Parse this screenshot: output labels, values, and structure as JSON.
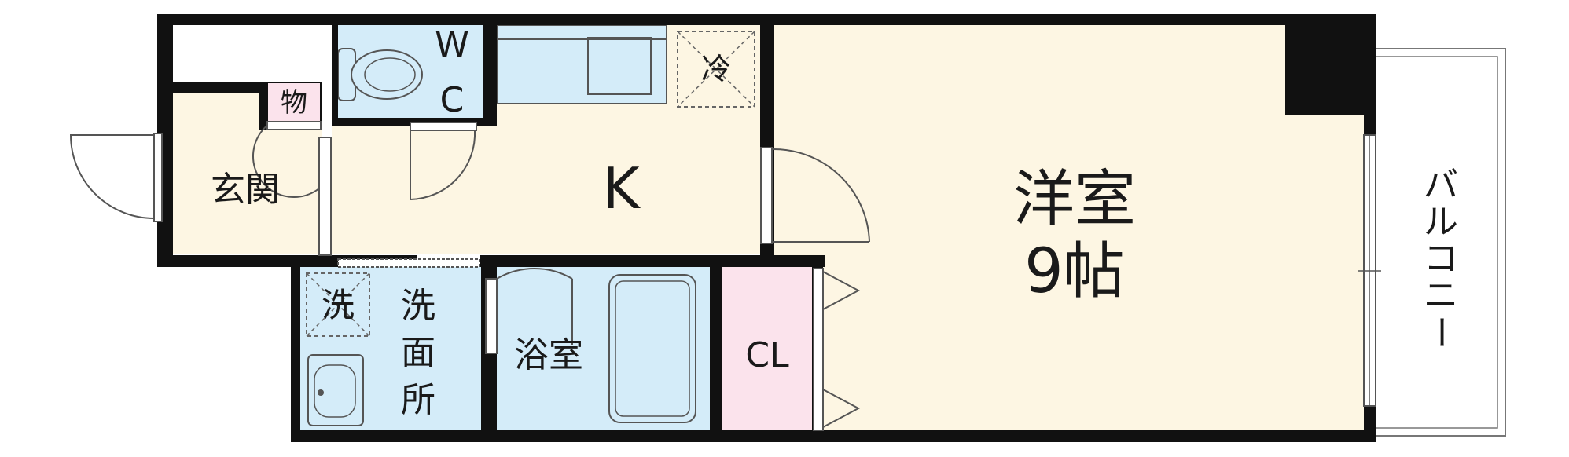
{
  "rooms": {
    "genkan": "玄関",
    "mono": "物",
    "wc_w": "W",
    "wc_c": "C",
    "kitchen": "K",
    "rei": "冷",
    "youshitsu_name": "洋室",
    "youshitsu_size": "9帖",
    "sen": "洗",
    "senmenjo": [
      "洗",
      "面",
      "所"
    ],
    "yokushitsu": "浴室",
    "closet": "CL",
    "balcony": [
      "バ",
      "ル",
      "コ",
      "ニ",
      "ー"
    ]
  },
  "colors": {
    "wall": "#111111",
    "wet": "#d4ecf9",
    "dry": "#fdf6e3",
    "closet": "#fbe3ec",
    "mono": "#fbe3ec"
  }
}
